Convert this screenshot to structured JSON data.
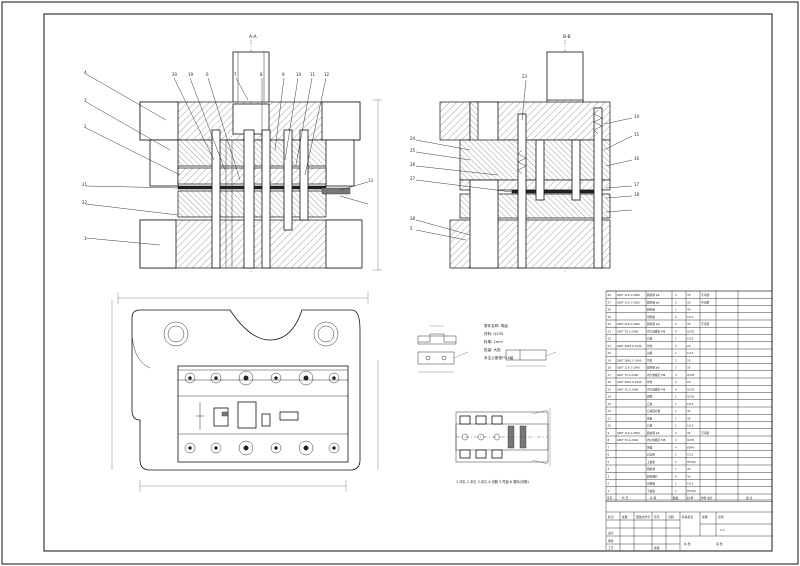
{
  "section_a_label": "A-A",
  "section_b_label": "B-B",
  "left_part_numbers": [
    "4",
    "3",
    "2",
    "1",
    "21",
    "22",
    "20",
    "19",
    "6",
    "7",
    "8",
    "9",
    "10",
    "11",
    "12",
    "13"
  ],
  "right_part_numbers": [
    "23",
    "24",
    "25",
    "26",
    "27",
    "28",
    "14",
    "15",
    "16",
    "17",
    "18",
    "5"
  ],
  "part_info": {
    "name": "零件名称: 弯曲",
    "material": "材料: Q235",
    "thickness": "料厚: 1mm",
    "batch": "批量: 大批",
    "note": "未注公差按IT14级"
  },
  "strip_caption": "1.冲孔    2.冲孔    3.冲孔    4.切断    5.弯曲    6.落料(切断)",
  "bom": {
    "rows": [
      {
        "no": "28",
        "std": "GB/T 119.1-2000",
        "name": "圆柱销 φ6",
        "qty": "2",
        "material": "35",
        "note": "不淬硬"
      },
      {
        "no": "27",
        "std": "GB/T 119.1-2000",
        "name": "圆柱销 φ6",
        "qty": "2",
        "material": "35",
        "note": "不淬硬"
      },
      {
        "no": "26",
        "std": "",
        "name": "卸料板",
        "qty": "1",
        "material": "45",
        "note": ""
      },
      {
        "no": "25",
        "std": "",
        "name": "导料板",
        "qty": "2",
        "material": "Cr12",
        "note": ""
      },
      {
        "no": "24",
        "std": "GB/T 119.1-2000",
        "name": "圆柱销 φ6",
        "qty": "2",
        "material": "35",
        "note": "不淬硬"
      },
      {
        "no": "23",
        "std": "GB/T 70.1-2000",
        "name": "内六角螺钉 M8",
        "qty": "4",
        "material": "Q235",
        "note": ""
      },
      {
        "no": "22",
        "std": "",
        "name": "凸模",
        "qty": "1",
        "material": "Cr12",
        "note": ""
      },
      {
        "no": "21",
        "std": "GB/T 2861.6-1990",
        "name": "导柱",
        "qty": "2",
        "material": "20",
        "note": ""
      },
      {
        "no": "20",
        "std": "",
        "name": "凹模",
        "qty": "1",
        "material": "Cr12",
        "note": ""
      },
      {
        "no": "19",
        "std": "GB/T 2861.1-1990",
        "name": "导套",
        "qty": "2",
        "material": "20",
        "note": ""
      },
      {
        "no": "18",
        "std": "GB/T 119.1-2000",
        "name": "圆柱销 φ6",
        "qty": "2",
        "material": "35",
        "note": ""
      },
      {
        "no": "17",
        "std": "GB/T 70.1-2000",
        "name": "内六角螺钉 M6",
        "qty": "4",
        "material": "Q235",
        "note": ""
      },
      {
        "no": "16",
        "std": "GB/T 2861.6-1990",
        "name": "导柱",
        "qty": "2",
        "material": "20",
        "note": ""
      },
      {
        "no": "15",
        "std": "GB/T 70.1-2000",
        "name": "内六角螺钉 M8",
        "qty": "4",
        "material": "Q235",
        "note": ""
      },
      {
        "no": "14",
        "std": "",
        "name": "模柄",
        "qty": "1",
        "material": "Q235",
        "note": ""
      },
      {
        "no": "13",
        "std": "",
        "name": "凸模",
        "qty": "1",
        "material": "Cr12",
        "note": ""
      },
      {
        "no": "12",
        "std": "",
        "name": "凸模固定板",
        "qty": "1",
        "material": "45",
        "note": ""
      },
      {
        "no": "11",
        "std": "",
        "name": "垫板",
        "qty": "1",
        "material": "45",
        "note": ""
      },
      {
        "no": "10",
        "std": "",
        "name": "凸模",
        "qty": "1",
        "material": "Cr12",
        "note": ""
      },
      {
        "no": "9",
        "std": "GB/T 119.1-2000",
        "name": "圆柱销 φ6",
        "qty": "2",
        "material": "35",
        "note": "不淬硬"
      },
      {
        "no": "8",
        "std": "GB/T 70.1-2000",
        "name": "内六角螺钉 M8",
        "qty": "4",
        "material": "Q235",
        "note": ""
      },
      {
        "no": "7",
        "std": "",
        "name": "弹簧",
        "qty": "4",
        "material": "65Mn",
        "note": ""
      },
      {
        "no": "6",
        "std": "",
        "name": "凸凹模",
        "qty": "1",
        "material": "Cr12",
        "note": ""
      },
      {
        "no": "5",
        "std": "",
        "name": "上模座",
        "qty": "1",
        "material": "HT200",
        "note": ""
      },
      {
        "no": "4",
        "std": "",
        "name": "挡料销",
        "qty": "1",
        "material": "45",
        "note": ""
      },
      {
        "no": "3",
        "std": "",
        "name": "卸料螺钉",
        "qty": "4",
        "material": "45",
        "note": ""
      },
      {
        "no": "2",
        "std": "",
        "name": "凹模板",
        "qty": "1",
        "material": "Cr12",
        "note": ""
      },
      {
        "no": "1",
        "std": "",
        "name": "下模座",
        "qty": "1",
        "material": "HT200",
        "note": ""
      }
    ],
    "header": {
      "no": "序号",
      "std": "代 号",
      "name": "名 称",
      "qty": "数量",
      "material": "材 料",
      "weight": "单件 总计",
      "note": "备 注"
    }
  },
  "title_block": {
    "labels": [
      "标记",
      "处数",
      "更改文件号",
      "签字",
      "日期",
      "设计",
      "审核",
      "工艺",
      "批准",
      "阶段标记",
      "重量",
      "比例",
      "共 张",
      "第 张"
    ],
    "scale": "1:1"
  }
}
